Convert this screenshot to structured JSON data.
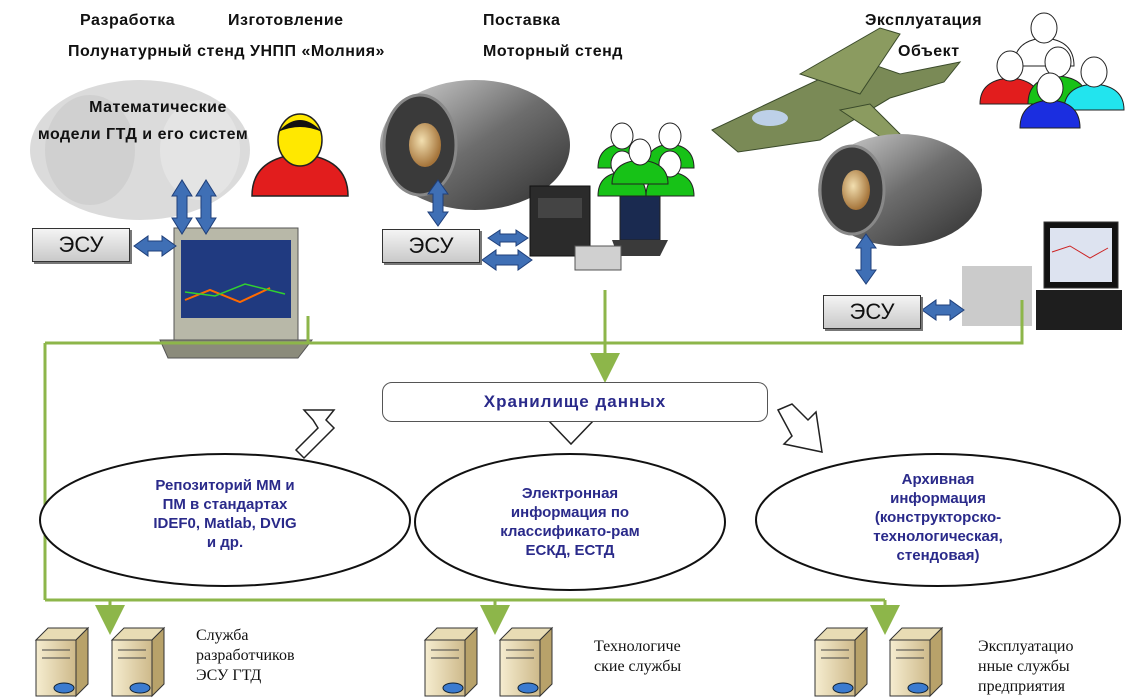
{
  "headers": {
    "dev": "Разработка",
    "manuf": "Изготовление",
    "supply": "Поставка",
    "operation": "Эксплуатация",
    "hil_stand": "Полунатурный стенд УНПП «Молния»",
    "engine_stand": "Моторный стенд",
    "object": "Объект",
    "math_models": [
      "Математические",
      "модели ГТД и его систем"
    ]
  },
  "esu_label": "ЭСУ",
  "storage": {
    "label": "Хранилище данных"
  },
  "ellipses": [
    {
      "lines": [
        "Репозиторий ММ и",
        "ПМ в стандартах",
        "IDEF0, Matlab, DVIG",
        "и др."
      ]
    },
    {
      "lines": [
        "Электронная",
        "информация по",
        "классификато-рам",
        "ЕСКД, ЕСТД"
      ]
    },
    {
      "lines": [
        "Архивная",
        "информация",
        "(конструкторско-",
        "технологическая,",
        "стендовая)"
      ]
    }
  ],
  "services": [
    {
      "lines": [
        "Служба",
        "разработчиков",
        "ЭСУ ГТД"
      ]
    },
    {
      "lines": [
        "Технологиче",
        "ские службы"
      ]
    },
    {
      "lines": [
        "Эксплуатацио",
        "нные службы",
        "предприятия"
      ]
    }
  ],
  "colors": {
    "connector_green": "#8db64a",
    "arrow_blue": "#3f6fb5",
    "ellipse_text": "#2a2a8a"
  }
}
